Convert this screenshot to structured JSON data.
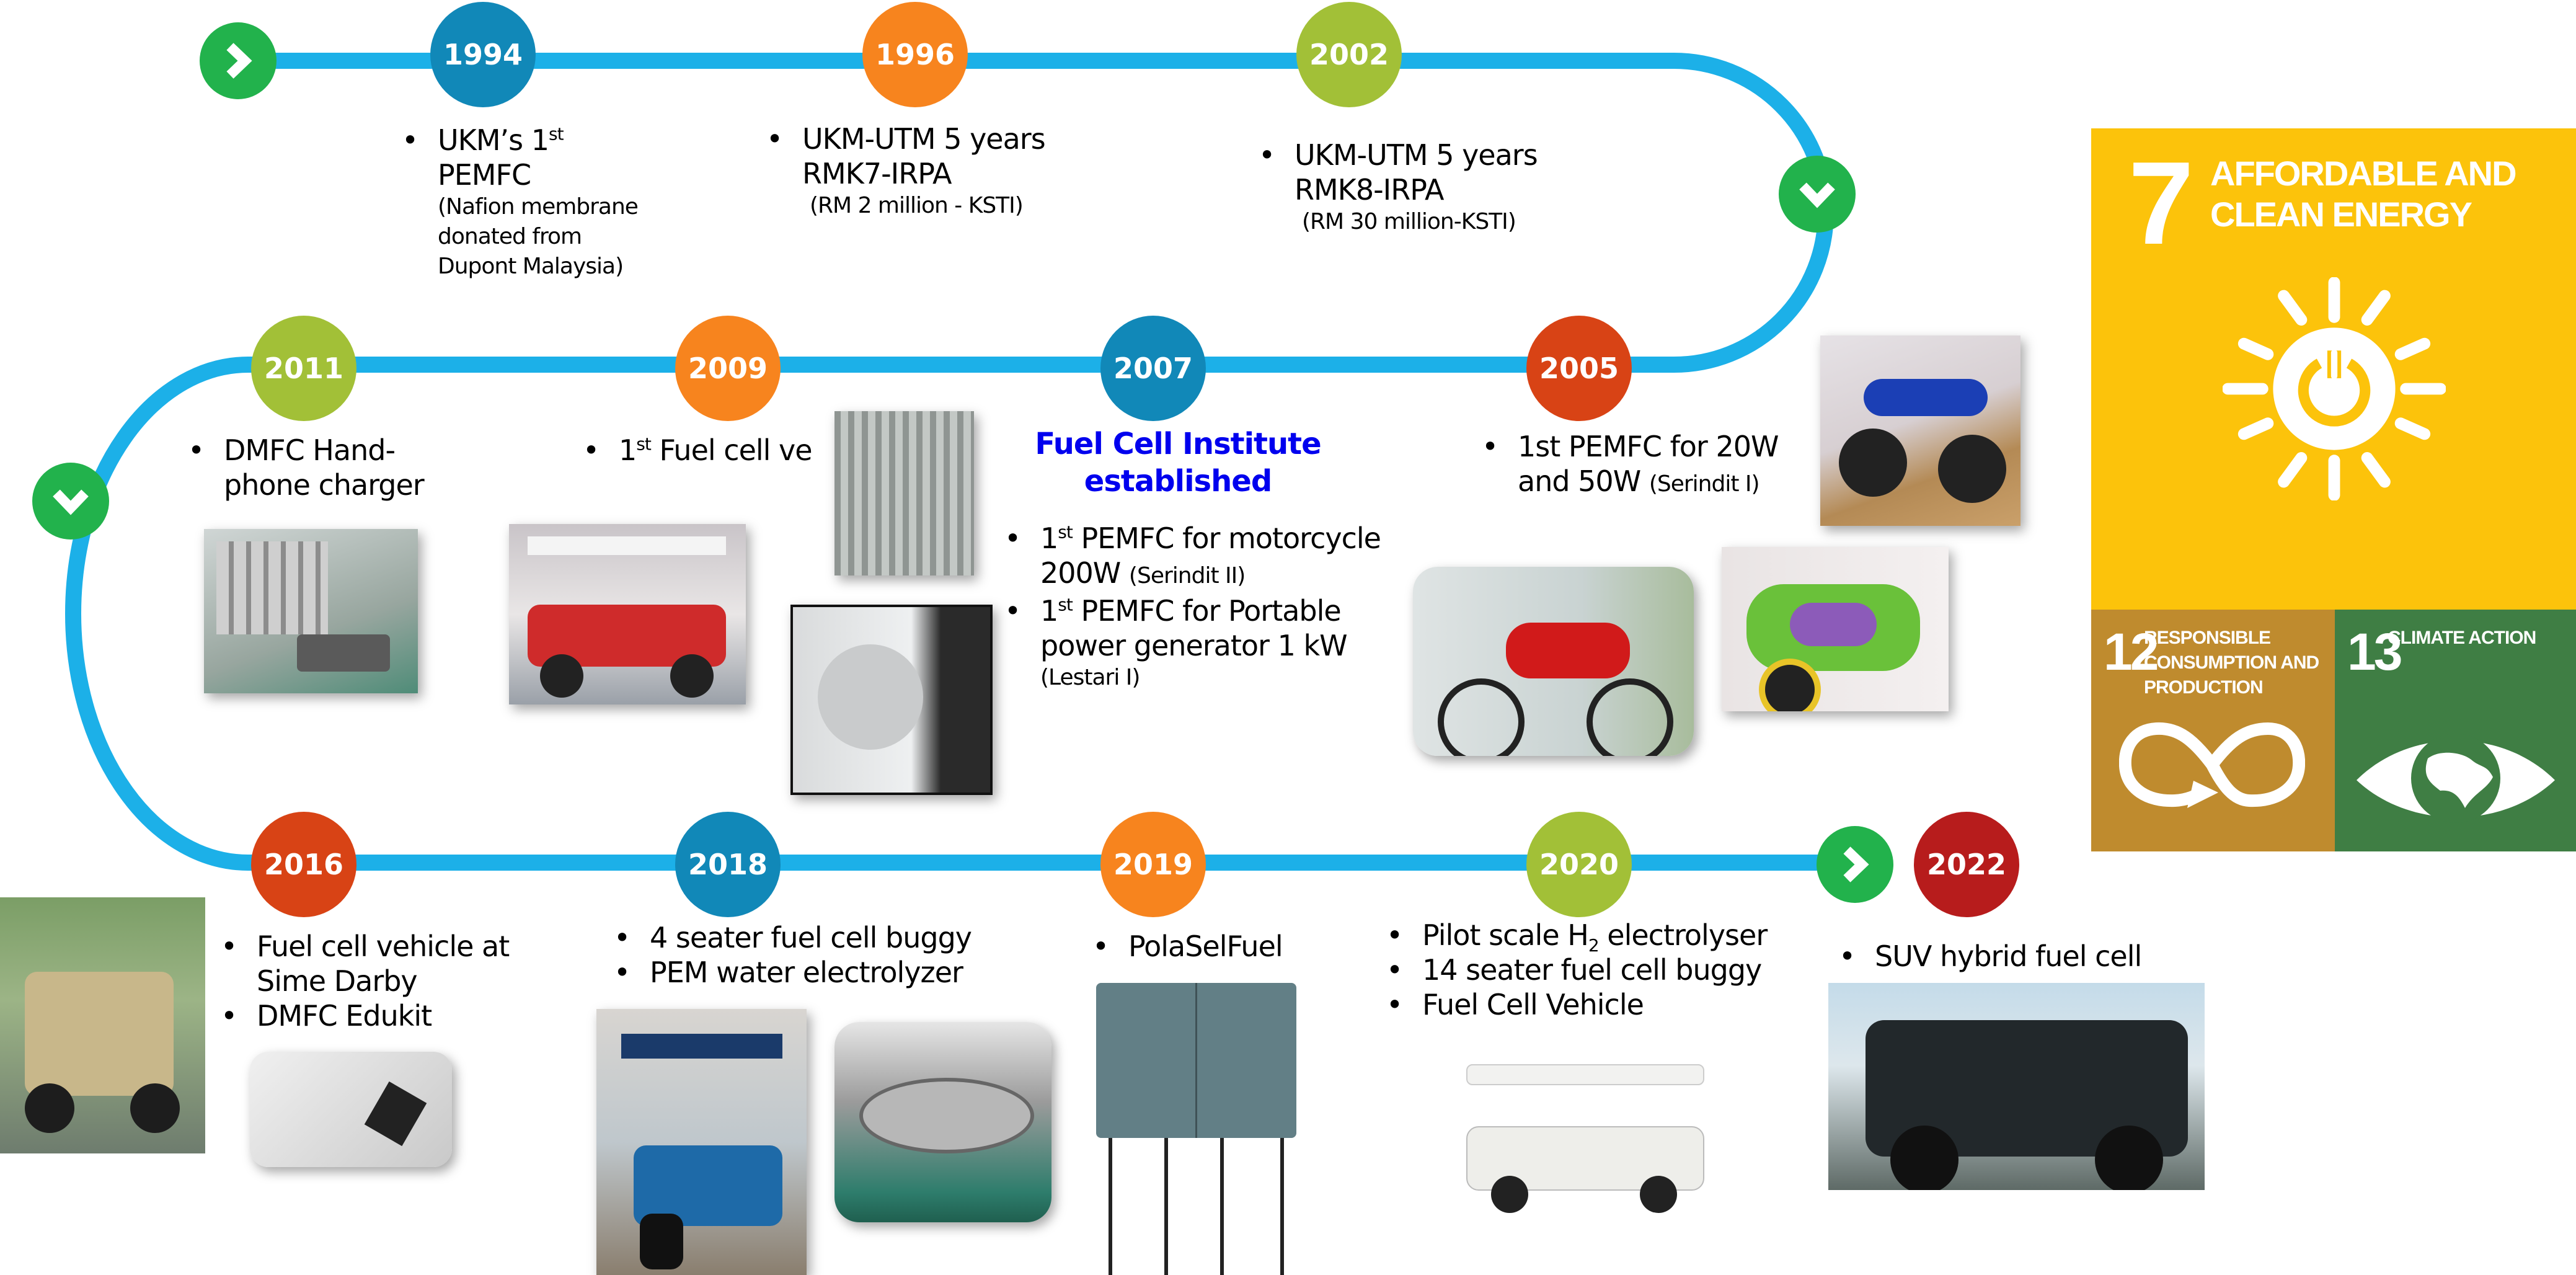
{
  "colors": {
    "track": "#1cb0e8",
    "arrow": "#22b24c",
    "teal": "#1188b8",
    "orange": "#f7841e",
    "lime": "#a2c037",
    "red": "#d84315",
    "darkred": "#b71c1c"
  },
  "timeline": [
    {
      "year": "1994",
      "color": "#1188b8",
      "bullet": {
        "pre": "UKM’s 1",
        "sup": "st",
        "post": " PEMFC"
      },
      "note": "(Nafion membrane donated from Dupont Malaysia)"
    },
    {
      "year": "1996",
      "color": "#f7841e",
      "bullet": "UKM-UTM 5 years RMK7-IRPA",
      "note": "(RM 2 million - KSTI)"
    },
    {
      "year": "2002",
      "color": "#a2c037",
      "bullet": "UKM-UTM 5 years RMK8-IRPA",
      "note": "(RM 30 million-KSTI)"
    },
    {
      "year": "2005",
      "color": "#d84315",
      "bullet": "1st PEMFC for 20W and 50W",
      "note": "(Serindit I)"
    },
    {
      "year": "2007",
      "color": "#1188b8",
      "heading": "Fuel Cell Institute established",
      "bullets": [
        {
          "pre": "1",
          "sup": "st",
          "post": " PEMFC for motorcycle 200W",
          "note": "(Serindit II)"
        },
        {
          "pre": "1",
          "sup": "st",
          "post": " PEMFC for Portable power generator 1 kW",
          "note": "(Lestari I)"
        }
      ]
    },
    {
      "year": "2009",
      "color": "#f7841e",
      "bullet": {
        "pre": "1",
        "sup": "st",
        "post": " Fuel cell ve"
      }
    },
    {
      "year": "2011",
      "color": "#a2c037",
      "bullet": "DMFC Hand-phone charger"
    },
    {
      "year": "2016",
      "color": "#d84315",
      "bullets": [
        "Fuel cell vehicle at Sime Darby",
        "DMFC Edukit"
      ]
    },
    {
      "year": "2018",
      "color": "#1188b8",
      "bullets": [
        "4 seater fuel cell buggy",
        "PEM water electrolyzer"
      ]
    },
    {
      "year": "2019",
      "color": "#f7841e",
      "bullets": [
        "PolaSelFuel"
      ]
    },
    {
      "year": "2020",
      "color": "#a2c037",
      "bullets": [
        {
          "pre": "Pilot scale H",
          "sub": "2",
          "post": " electrolyser"
        },
        "14 seater fuel cell buggy",
        "Fuel Cell Vehicle"
      ]
    },
    {
      "year": "2022",
      "color": "#b71c1c",
      "bullets": [
        "SUV hybrid fuel cell"
      ]
    }
  ],
  "sdg": [
    {
      "number": "7",
      "title": "AFFORDABLE AND CLEAN ENERGY",
      "color": "#fcc30b",
      "icon": "sun-power-icon"
    },
    {
      "number": "12",
      "title": "RESPONSIBLE CONSUMPTION AND PRODUCTION",
      "color": "#bf8b2e",
      "icon": "infinity-icon"
    },
    {
      "number": "13",
      "title": "CLIMATE ACTION",
      "color": "#3f7e44",
      "icon": "eye-globe-icon"
    }
  ]
}
